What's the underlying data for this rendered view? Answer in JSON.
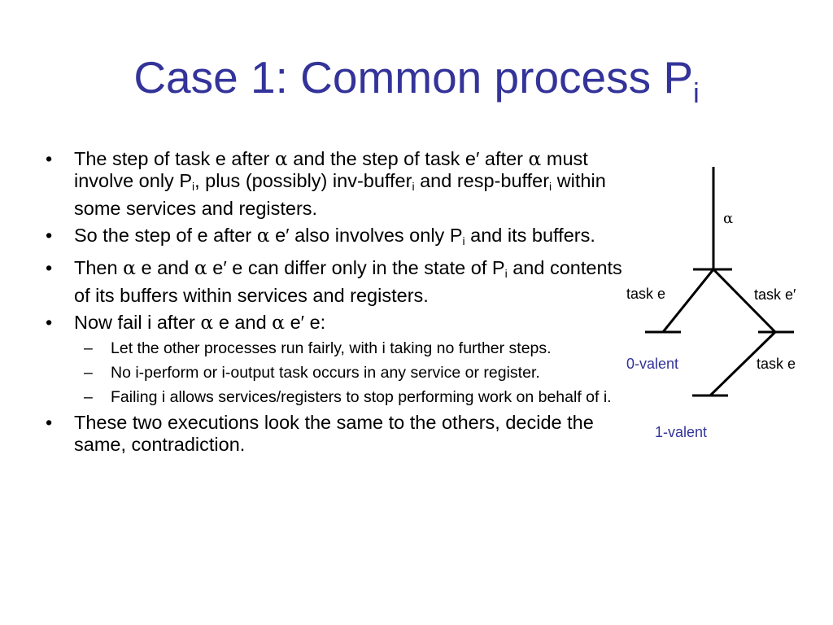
{
  "title": {
    "text": "Case 1:  Common process P",
    "subscript": "i"
  },
  "bullets": {
    "b1": {
      "p1": "The step of task e after ",
      "alpha1": "α",
      "p2": " and the step of task e′ after ",
      "alpha2": "α",
      "p3": " must involve only P",
      "sub1": "i",
      "p4": ", plus (possibly) inv-buffer",
      "sub2": "i",
      "p5": " and resp-buffer",
      "sub3": "i",
      "p6": " within some services and registers."
    },
    "b2": {
      "p1": "So the step of e after ",
      "alpha1": "α",
      "p2": " e′ also involves only P",
      "sub1": "i",
      "p3": " and its buffers."
    },
    "b3": {
      "p1": "Then ",
      "alpha1": "α",
      "p2": " e and ",
      "alpha2": "α",
      "p3": " e′ e can differ only in the state of P",
      "sub1": "i",
      "p4": " and contents of its buffers within services and registers."
    },
    "b4": {
      "p1": "Now fail i after ",
      "alpha1": "α",
      "p2": " e and ",
      "alpha2": "α",
      "p3": " e′ e:"
    },
    "sub_items": [
      "Let the other processes run fairly, with i taking no further steps.",
      "No i-perform or i-output task occurs in any service or register.",
      "Failing i allows services/registers to stop performing work on behalf of i."
    ],
    "b5": "These two executions look the same to the others, decide the same, contradiction.",
    "bullet_mark": "•",
    "dash_mark": "–"
  },
  "diagram": {
    "alpha": "α",
    "task_e_left": "task e",
    "task_e_prime": "task e′",
    "zero_valent": "0-valent",
    "task_e_lower": "task e",
    "one_valent": "1-valent"
  },
  "colors": {
    "accent": "#33339A",
    "text": "#000000"
  }
}
